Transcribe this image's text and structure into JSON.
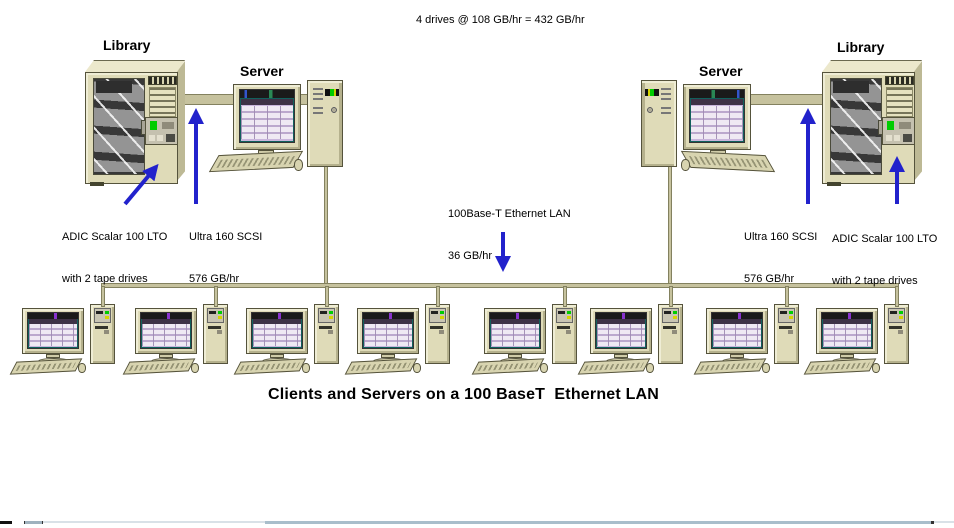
{
  "top_note": "4 drives @ 108 GB/hr = 432 GB/hr",
  "left_station": {
    "library_label": "Library",
    "server_label": "Server",
    "adic_line1": "ADIC Scalar 100 LTO",
    "adic_line2": "with 2 tape drives",
    "scsi_line1": "Ultra 160 SCSI",
    "scsi_line2": "576 GB/hr"
  },
  "right_station": {
    "library_label": "Library",
    "server_label": "Server",
    "adic_line1": "ADIC Scalar 100 LTO",
    "adic_line2": "with 2 tape drives",
    "scsi_line1": "Ultra 160 SCSI",
    "scsi_line2": "576 GB/hr"
  },
  "lan": {
    "line1": "100Base-T Ethernet LAN",
    "line2": "36 GB/hr"
  },
  "caption": "Clients and Servers on a 100 BaseT  Ethernet LAN",
  "clients": {
    "count": 8
  },
  "colors": {
    "arrow_blue": "#2222CC",
    "chassis_beige": "#DFDBB8",
    "line_tan": "#C6C29E",
    "screen_teal": "#11605C",
    "window_lavender": "#C9B6DC",
    "led_green": "#00CC00",
    "led_yellow": "#D6D600"
  }
}
